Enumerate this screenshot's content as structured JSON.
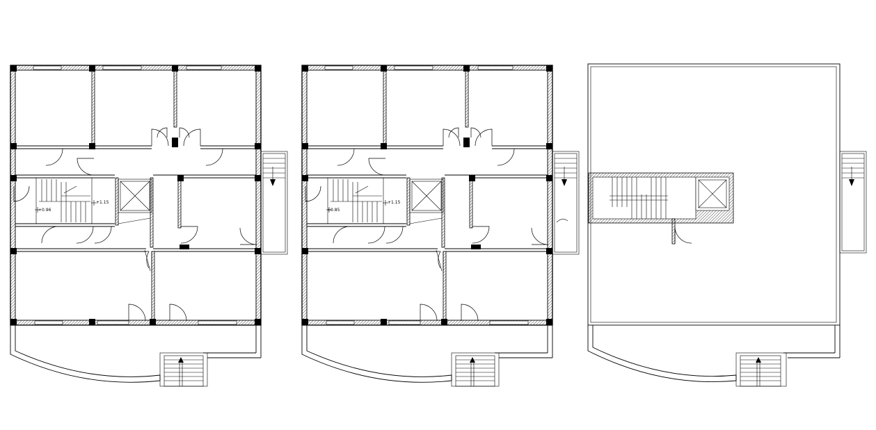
{
  "plans": [
    {
      "id": "plan-1",
      "levels": [
        "+0.96",
        "+1.15"
      ]
    },
    {
      "id": "plan-2",
      "levels": [
        "+0.85",
        "+1.15"
      ]
    },
    {
      "id": "plan-3",
      "levels": []
    }
  ],
  "colors": {
    "ink": "#000000",
    "paper": "#ffffff"
  }
}
